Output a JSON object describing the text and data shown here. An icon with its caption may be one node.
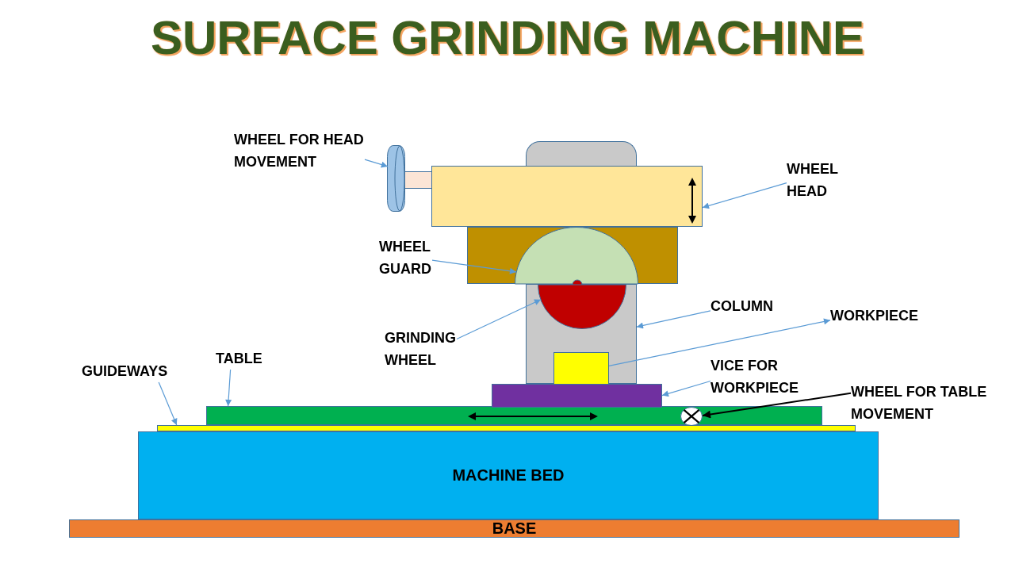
{
  "diagram": {
    "title": "SURFACE GRINDING MACHINE",
    "nodes": [
      {
        "text": [
          "WHEEL FOR HEAD MOVEMENT"
        ]
      },
      {
        "text": [],
        "shape": "box"
      },
      {
        "text": [],
        "shape": "cylinder"
      },
      {
        "text": [],
        "shape": "box"
      },
      {
        "text": [
          "WHEEL HEAD"
        ]
      },
      {
        "text": [
          "WHEEL GUARD"
        ]
      },
      {
        "text": [],
        "shape": "semicircle"
      },
      {
        "text": [],
        "shape": "box"
      },
      {
        "text": [],
        "shape": "semicircle",
        "in": 7
      },
      {
        "text": [
          "COLUMN"
        ]
      },
      {
        "text": [
          "WORKPIECE"
        ]
      },
      {
        "text": [
          "GRINDING WHEEL"
        ]
      },
      {
        "text": [],
        "shape": "box",
        "in": 7
      },
      {
        "text": [
          "VICE FOR WORKPIECE"
        ]
      },
      {
        "text": [
          "TABLE"
        ]
      },
      {
        "text": [
          "GUIDEWAYS"
        ]
      },
      {
        "text": [],
        "shape": "bar"
      },
      {
        "text": [
          "WHEEL FOR TABLE MOVEMENT"
        ]
      },
      {
        "text": [],
        "shape": "bar"
      },
      {
        "text": [],
        "shape": "circle",
        "in": 18
      },
      {
        "text": [],
        "shape": "bar"
      },
      {
        "text": [
          "MACHINE BED"
        ]
      },
      {
        "text": [
          "BASE"
        ]
      }
    ],
    "edges": [
      {
        "from": 0,
        "to": 2,
        "arrow": "to"
      },
      {
        "from": 4,
        "to": 3,
        "arrow": "to"
      },
      {
        "from": 5,
        "to": 6,
        "arrow": "to"
      },
      {
        "from": 11,
        "to": 8,
        "arrow": "to"
      },
      {
        "from": 9,
        "to": 7,
        "arrow": "to"
      },
      {
        "from": 12,
        "to": 10,
        "arrow": "to"
      },
      {
        "from": 13,
        "to": 16,
        "arrow": "to"
      },
      {
        "from": 17,
        "to": 19,
        "arrow": "to",
        "color": "#000000"
      },
      {
        "from": 14,
        "to": 18,
        "arrow": "to"
      },
      {
        "from": 15,
        "to": 20,
        "arrow": "to"
      }
    ]
  }
}
